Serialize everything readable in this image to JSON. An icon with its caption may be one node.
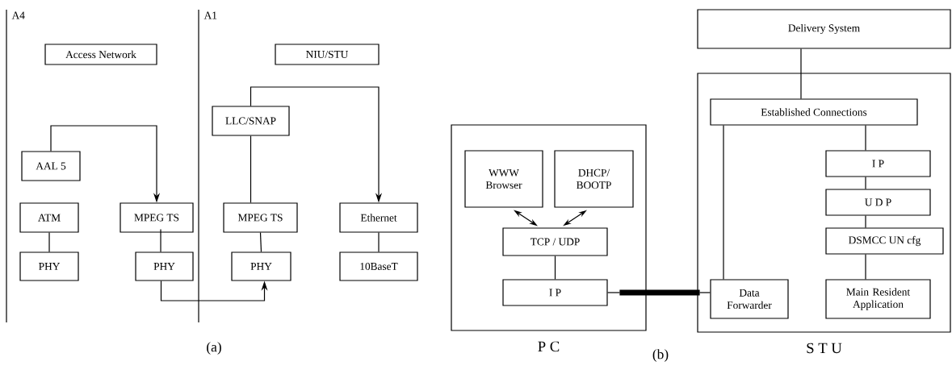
{
  "diagram": {
    "nodes": [
      {
        "text": [
          "Access Network"
        ]
      },
      {
        "text": [
          "NIU/STU"
        ]
      },
      {
        "text": [
          "AAL 5"
        ]
      },
      {
        "text": [
          "LLC/SNAP"
        ]
      },
      {
        "text": [
          "ATM"
        ]
      },
      {
        "text": [
          "MPEG TS"
        ]
      },
      {
        "text": [
          "MPEG TS"
        ]
      },
      {
        "text": [
          "Ethernet"
        ]
      },
      {
        "text": [
          "PHY"
        ]
      },
      {
        "text": [
          "PHY"
        ]
      },
      {
        "text": [
          "PHY"
        ]
      },
      {
        "text": [
          "10BaseT"
        ]
      },
      {
        "text": [
          "P C"
        ]
      },
      {
        "text": [
          "WWW Browser"
        ],
        "in": 12
      },
      {
        "text": [
          "DHCP/ BOOTP"
        ],
        "in": 12
      },
      {
        "text": [
          "TCP / UDP"
        ],
        "in": 12
      },
      {
        "text": [
          "I P"
        ],
        "in": 12
      },
      {
        "text": [
          "Delivery System"
        ]
      },
      {
        "text": [
          "S T U"
        ]
      },
      {
        "text": [
          "Established Connections"
        ],
        "in": 18
      },
      {
        "text": [
          "I P"
        ],
        "in": 18
      },
      {
        "text": [
          "U D P"
        ],
        "in": 18
      },
      {
        "text": [
          "DSMCC UN cfg"
        ],
        "in": 18
      },
      {
        "text": [
          "Data Forwarder"
        ],
        "in": 18
      },
      {
        "text": [
          "Main Resident Application"
        ],
        "in": 18
      },
      {
        "text": [],
        "shape": "bar"
      }
    ],
    "edges": [
      {
        "from": 2,
        "to": 5,
        "arrow": "to"
      },
      {
        "from": 3,
        "to": 7,
        "arrow": "to"
      },
      {
        "from": 3,
        "to": 6,
        "arrow": "none"
      },
      {
        "from": 4,
        "to": 8,
        "arrow": "none"
      },
      {
        "from": 5,
        "to": 9,
        "arrow": "none"
      },
      {
        "from": 9,
        "to": 10,
        "arrow": "to"
      },
      {
        "from": 6,
        "to": 10,
        "arrow": "none"
      },
      {
        "from": 7,
        "to": 11,
        "arrow": "none"
      },
      {
        "from": 13,
        "to": 15,
        "arrow": "both"
      },
      {
        "from": 14,
        "to": 15,
        "arrow": "both"
      },
      {
        "from": 15,
        "to": 16,
        "arrow": "none"
      },
      {
        "from": 16,
        "to": 25,
        "arrow": "none"
      },
      {
        "from": 17,
        "to": 19,
        "arrow": "none"
      },
      {
        "from": 19,
        "to": 20,
        "arrow": "none"
      },
      {
        "from": 20,
        "to": 21,
        "arrow": "none"
      },
      {
        "from": 21,
        "to": 22,
        "arrow": "none"
      },
      {
        "from": 22,
        "to": 24,
        "arrow": "none"
      },
      {
        "from": 25,
        "to": 23,
        "arrow": "none"
      },
      {
        "from": 23,
        "to": 19,
        "arrow": "none"
      }
    ],
    "labels": [
      "A4",
      "A1",
      "(a)",
      "(b)"
    ]
  }
}
